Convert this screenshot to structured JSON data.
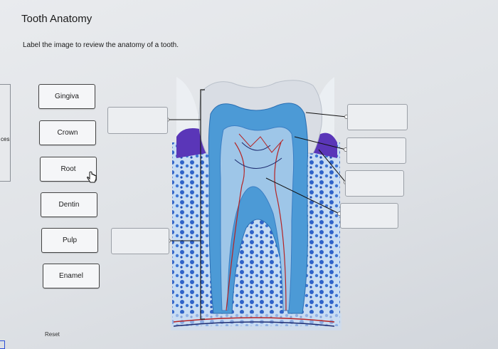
{
  "page": {
    "title": "Tooth Anatomy",
    "instruction": "Label the image to review the anatomy of a tooth.",
    "edge_text": "ces"
  },
  "labels": [
    "Gingiva",
    "Crown",
    "Root",
    "Dentin",
    "Pulp",
    "Enamel"
  ],
  "reset_label": "Reset",
  "colors": {
    "enamel": "#d9dde4",
    "dentin": "#4c9ad6",
    "pulp": "#9ec6e8",
    "bone": "#2f63c9",
    "gingiva": "#5a36b8"
  }
}
